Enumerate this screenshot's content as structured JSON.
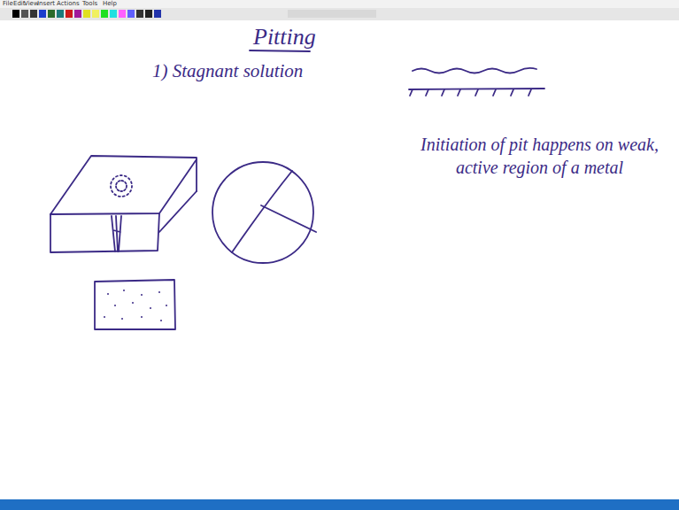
{
  "diagram": {
    "title": "Pitting",
    "labels": [
      "File",
      "Edit",
      "View",
      "Insert",
      "Actions",
      "Tools",
      "Help",
      "1) Stagnant solution",
      "Initiation of pit happens on weak, active region of a metal"
    ]
  }
}
